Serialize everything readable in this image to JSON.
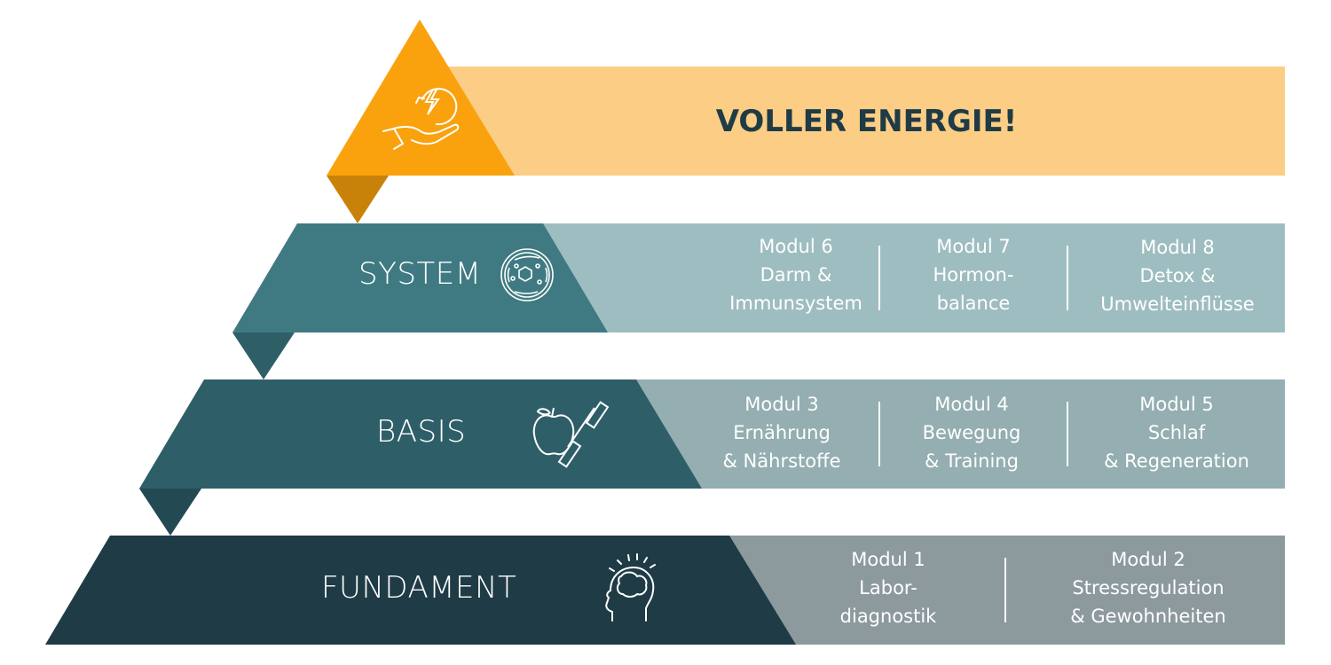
{
  "top": {
    "title": "VOLLER ENERGIE!",
    "icon": "energy-hand-icon"
  },
  "levels": [
    {
      "label": "SYSTEM",
      "icon": "molecule-icon",
      "modules": [
        {
          "title": "Modul 6",
          "lines": [
            "Darm &",
            "Immunsystem"
          ]
        },
        {
          "title": "Modul 7",
          "lines": [
            "Hormon-",
            "balance"
          ]
        },
        {
          "title": "Modul 8",
          "lines": [
            "Detox &",
            "Umwelteinflüsse"
          ]
        }
      ]
    },
    {
      "label": "BASIS",
      "icon": "apple-dumbbell-icon",
      "modules": [
        {
          "title": "Modul 3",
          "lines": [
            "Ernährung",
            "& Nährstoffe"
          ]
        },
        {
          "title": "Modul 4",
          "lines": [
            "Bewegung",
            "& Training"
          ]
        },
        {
          "title": "Modul 5",
          "lines": [
            "Schlaf",
            "& Regeneration"
          ]
        }
      ]
    },
    {
      "label": "FUNDAMENT",
      "icon": "brain-head-icon",
      "modules": [
        {
          "title": "Modul 1",
          "lines": [
            "Labor-",
            "diagnostik"
          ]
        },
        {
          "title": "Modul 2",
          "lines": [
            "Stressregulation",
            "& Gewohnheiten"
          ]
        }
      ]
    }
  ],
  "colors": {
    "orange": "#F9A20E",
    "orange_light": "#FBCD85",
    "system": "#3F7A82",
    "basis": "#2E5F69",
    "fundament": "#1F3B46"
  }
}
